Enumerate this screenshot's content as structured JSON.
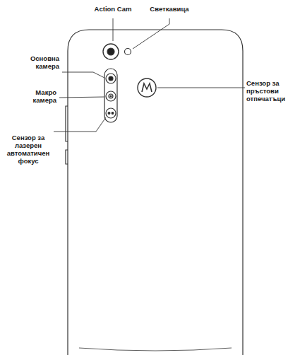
{
  "diagram": {
    "labels": [
      "Action Cam",
      "Светкавица",
      "Основна камера",
      "Макро камера",
      "Сензор за лазерен автоматичен фокус",
      "Сензор за пръстови отпечатъци"
    ]
  }
}
